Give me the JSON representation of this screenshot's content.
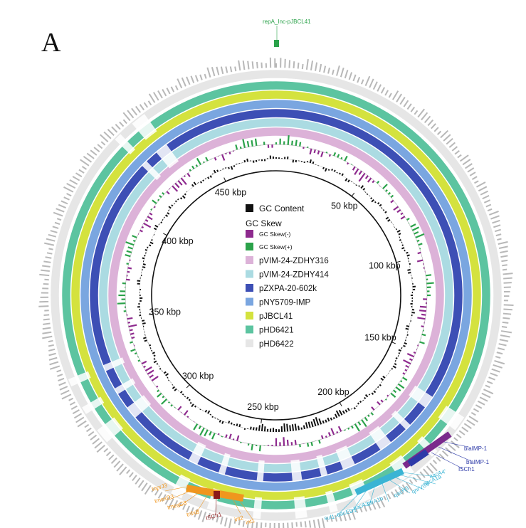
{
  "panel_label": "A",
  "tick_labels": [
    "50 kbp",
    "100 kbp",
    "150 kbp",
    "200 kbp",
    "250 kbp",
    "300 kbp",
    "350 kbp",
    "400 kbp",
    "450 kbp"
  ],
  "legend": {
    "gc_content": "GC Content",
    "gc_skew_title": "GC Skew",
    "gc_skew_neg": "GC Skew(-)",
    "gc_skew_pos": "GC Skew(+)",
    "plasmids": [
      {
        "label": "pVIM-24-ZDHY316",
        "color": "#dcb2d8"
      },
      {
        "label": "pVIM-24-ZDHY414",
        "color": "#abdbe2"
      },
      {
        "label": "pZXPA-20-602k",
        "color": "#3d4fb5"
      },
      {
        "label": "pNY5709-IMP",
        "color": "#7aa6e0"
      },
      {
        "label": "pJBCL41",
        "color": "#d4e23e"
      },
      {
        "label": "pHD6421",
        "color": "#5cc4a0"
      },
      {
        "label": "pHD6422",
        "color": "#e6e6e6"
      }
    ],
    "colors": {
      "gc_content": "#111111",
      "skew_neg": "#8e2a8e",
      "skew_pos": "#2ba24a"
    }
  },
  "genes": {
    "top": "repA_Inc-pJBCL41",
    "right_blue": [
      "blaIMP-1",
      "blaIMP-1",
      "ISCfr1"
    ],
    "right_cyan": [
      "aacA4'",
      "aacA1a",
      "qnrVC6",
      "qacH3",
      "dfrA1b",
      "aacA3",
      "qacED1",
      "sul1"
    ],
    "left_orange": [
      "toprJ3",
      "tmexD3",
      "tmexC3",
      "tnfxB",
      "ISCfr1",
      "int2",
      "int1"
    ]
  }
}
